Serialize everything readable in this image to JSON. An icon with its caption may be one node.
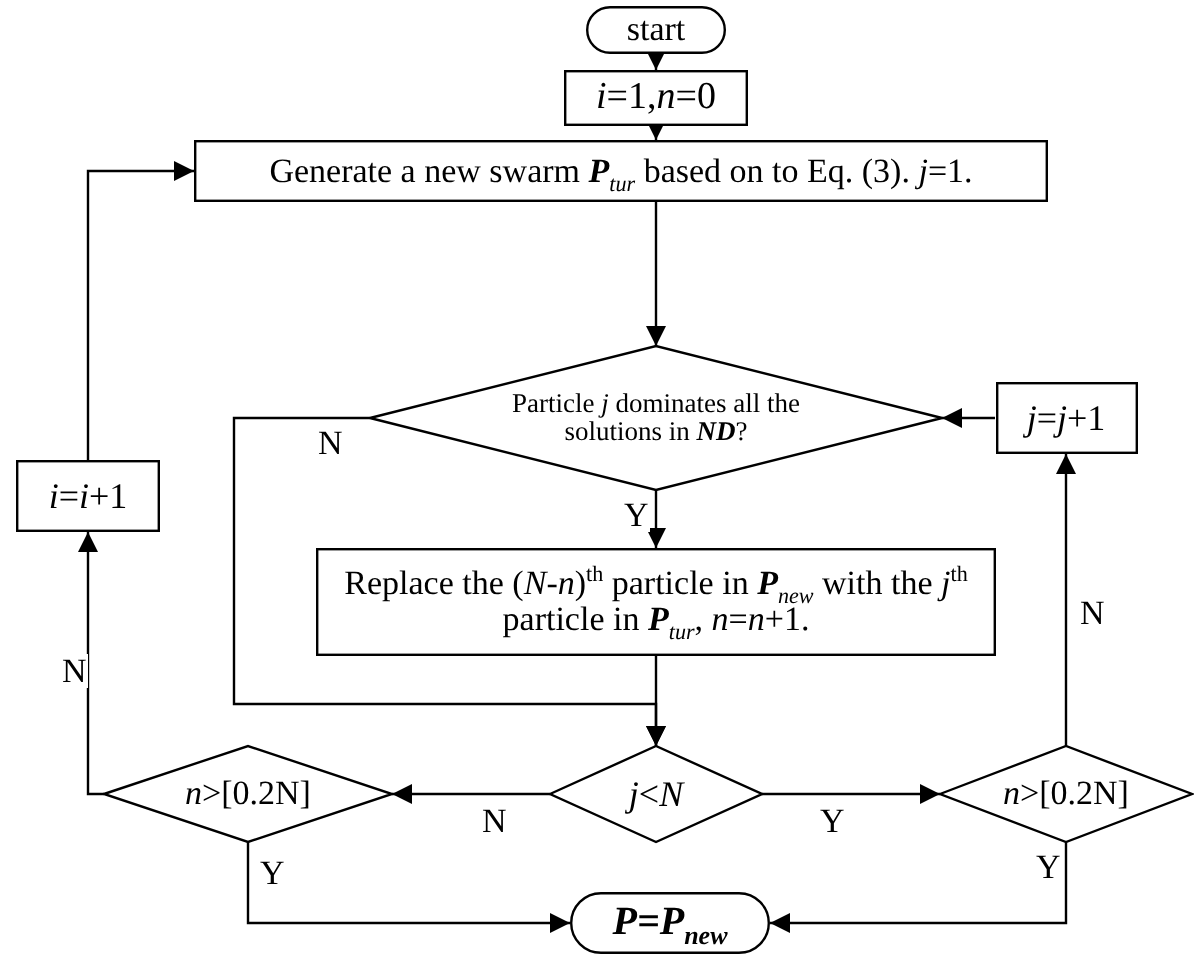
{
  "diagram": {
    "nodes": [
      {
        "text": [
          "start"
        ]
      },
      {
        "text": [
          "*i*=1,*n*=0"
        ]
      },
      {
        "text": [
          "Generate a new swarm **P**$_{tur}$ based on to Eq. (3). *j*=1."
        ]
      },
      {
        "text": [
          "Particle *j*  dominates all the solutions in **ND**?"
        ]
      },
      {
        "text": [
          "*j*=*j*+1"
        ]
      },
      {
        "text": [
          "*i*=*i*+1"
        ]
      },
      {
        "text": [
          "Replace the (*N*-*n*)$^{th}$ particle in **P**$_{new}$ with the *j*$^{th}$ particle in **P**$_{tur}$, *n*=*n*+1."
        ]
      },
      {
        "text": [
          "*j*<*N*"
        ]
      },
      {
        "text": [
          "*n*>[0.2N]"
        ]
      },
      {
        "text": [
          "*n*>[0.2N]"
        ]
      },
      {
        "text": [
          "P=P$_{new}$"
        ]
      }
    ],
    "edges": [
      {
        "from": 0,
        "to": 1,
        "arrow": "to"
      },
      {
        "from": 1,
        "to": 2,
        "arrow": "to"
      },
      {
        "from": 2,
        "to": 3,
        "arrow": "to"
      },
      {
        "from": 3,
        "to": 6,
        "arrow": "to",
        "label": "Y"
      },
      {
        "from": 3,
        "to": 7,
        "arrow": "to",
        "label": "N"
      },
      {
        "from": 6,
        "to": 7,
        "arrow": "to"
      },
      {
        "from": 7,
        "to": 8,
        "arrow": "to",
        "label": "N"
      },
      {
        "from": 7,
        "to": 9,
        "arrow": "to",
        "label": "Y"
      },
      {
        "from": 8,
        "to": 5,
        "arrow": "to",
        "label": "N"
      },
      {
        "from": 5,
        "to": 2,
        "arrow": "to"
      },
      {
        "from": 8,
        "to": 10,
        "arrow": "to",
        "label": "Y"
      },
      {
        "from": 9,
        "to": 10,
        "arrow": "to",
        "label": "Y"
      },
      {
        "from": 9,
        "to": 4,
        "arrow": "to",
        "label": "N"
      },
      {
        "from": 4,
        "to": 3,
        "arrow": "to"
      }
    ]
  }
}
